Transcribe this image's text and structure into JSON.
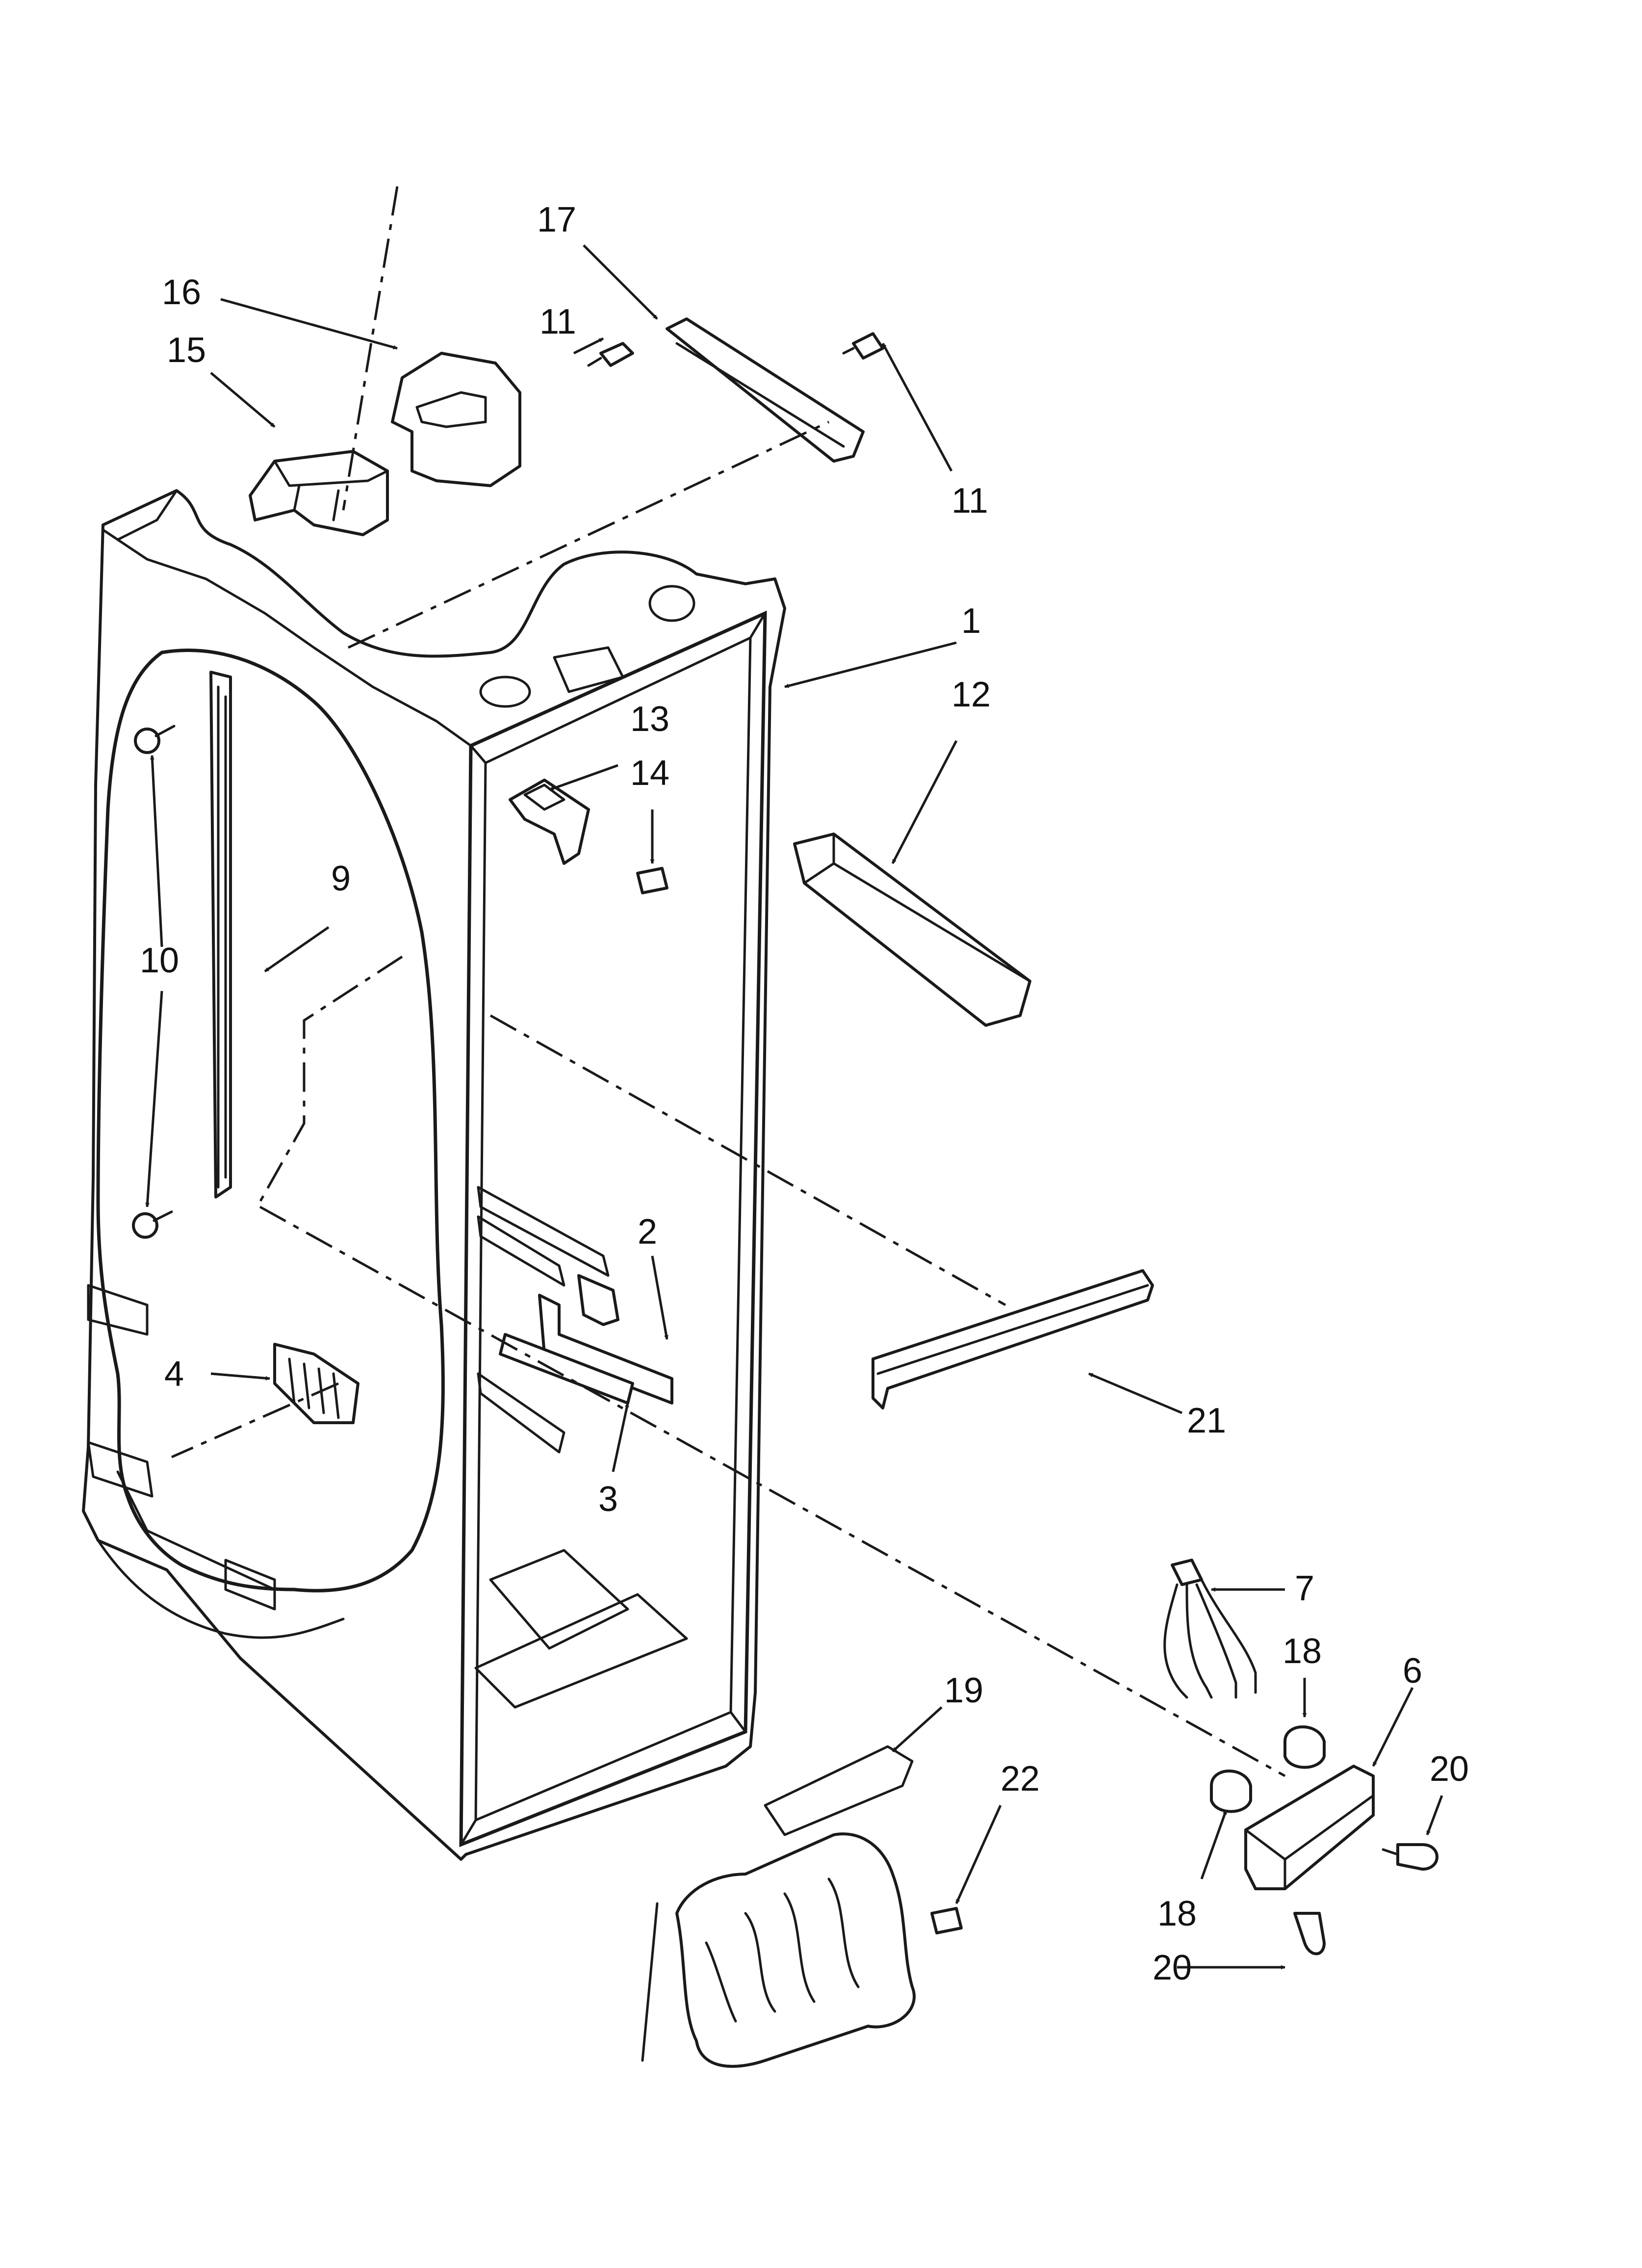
{
  "callouts": [
    "1",
    "2",
    "3",
    "4",
    "6",
    "7",
    "9",
    "10",
    "11",
    "11",
    "12",
    "13",
    "14",
    "15",
    "16",
    "17",
    "18",
    "18",
    "19",
    "20",
    "20",
    "21",
    "22"
  ]
}
